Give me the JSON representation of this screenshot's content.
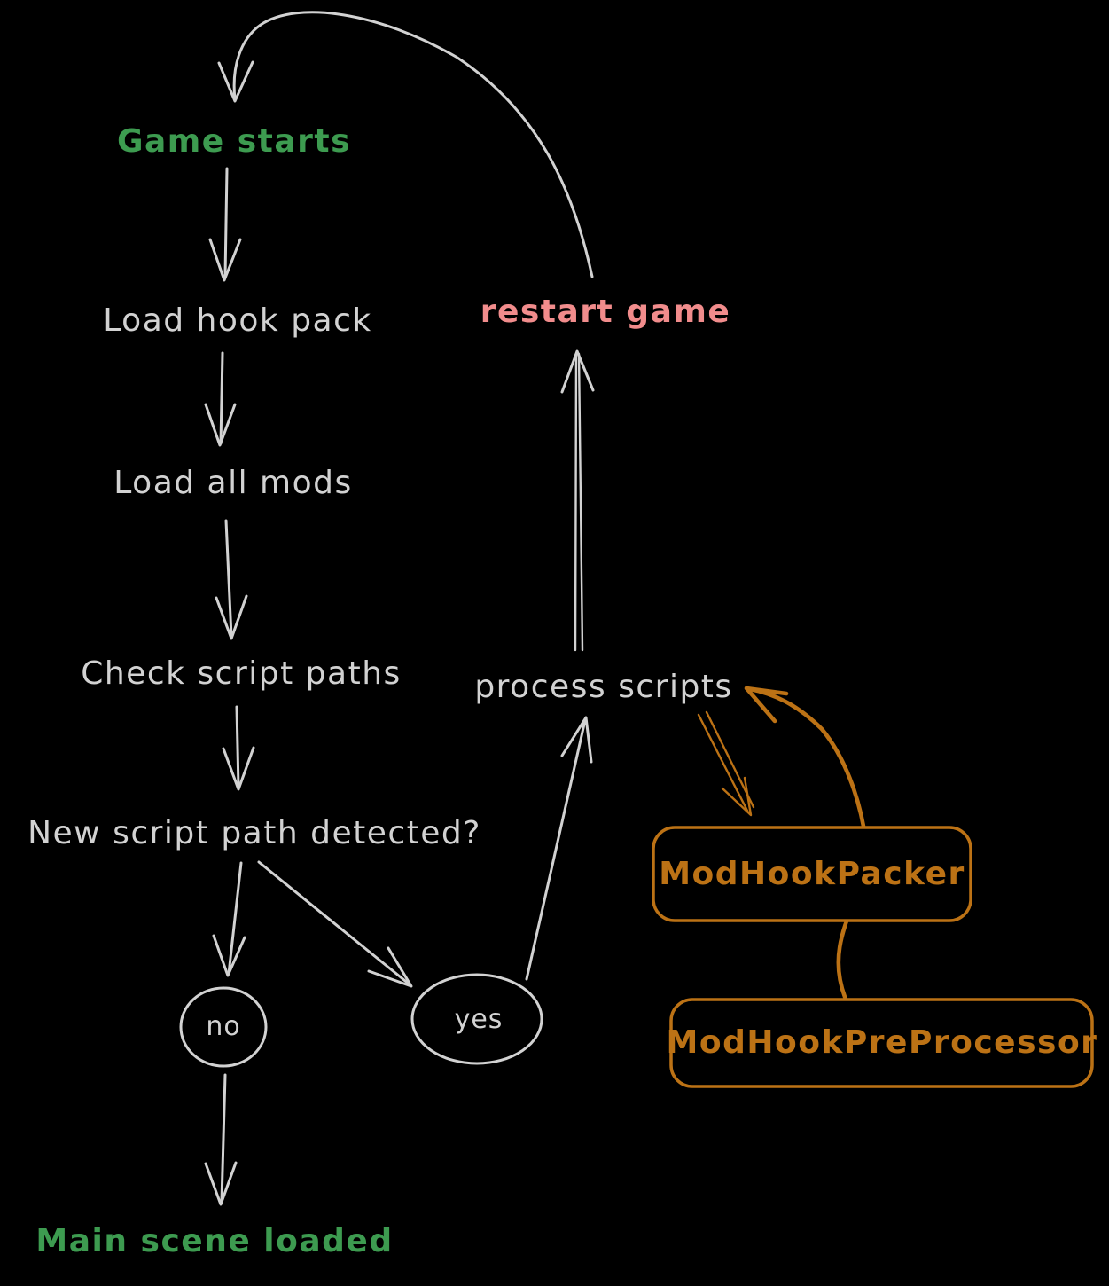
{
  "nodes": {
    "game_starts": {
      "label": "Game starts",
      "color": "#3d9b50"
    },
    "load_hook_pack": {
      "label": "Load hook pack",
      "color": "#d2d2d2"
    },
    "load_all_mods": {
      "label": "Load all mods",
      "color": "#d2d2d2"
    },
    "check_script_paths": {
      "label": "Check script paths",
      "color": "#d2d2d2"
    },
    "new_script_path": {
      "label": "New script path detected?",
      "color": "#d2d2d2"
    },
    "no": {
      "label": "no",
      "color": "#d2d2d2"
    },
    "yes": {
      "label": "yes",
      "color": "#d2d2d2"
    },
    "process_scripts": {
      "label": "process scripts",
      "color": "#d2d2d2"
    },
    "restart_game": {
      "label": "restart game",
      "color": "#f18c8c"
    },
    "main_scene_loaded": {
      "label": "Main scene loaded",
      "color": "#3d9b50"
    },
    "mod_hook_packer": {
      "label": "ModHookPacker",
      "color": "#bc7215"
    },
    "mod_hook_pre_processor": {
      "label": "ModHookPreProcessor",
      "color": "#bc7215"
    }
  },
  "edges": [
    {
      "from": "Game starts",
      "to": "Load hook pack",
      "color": "gray"
    },
    {
      "from": "Load hook pack",
      "to": "Load all mods",
      "color": "gray"
    },
    {
      "from": "Load all mods",
      "to": "Check script paths",
      "color": "gray"
    },
    {
      "from": "Check script paths",
      "to": "New script path detected?",
      "color": "gray"
    },
    {
      "from": "New script path detected?",
      "to": "no",
      "color": "gray"
    },
    {
      "from": "New script path detected?",
      "to": "yes",
      "color": "gray"
    },
    {
      "from": "yes",
      "to": "process scripts",
      "color": "gray"
    },
    {
      "from": "process scripts",
      "to": "restart game",
      "color": "gray"
    },
    {
      "from": "restart game",
      "to": "Game starts",
      "color": "gray"
    },
    {
      "from": "no",
      "to": "Main scene loaded",
      "color": "gray"
    },
    {
      "from": "process scripts",
      "to": "ModHookPacker",
      "color": "orange"
    },
    {
      "from": "ModHookPreProcessor",
      "to": "process scripts",
      "color": "orange"
    }
  ],
  "colors": {
    "background": "#000000",
    "arrow_gray": "#d2d2d2",
    "text_gray": "#d2d2d2",
    "accent_green": "#3d9b50",
    "accent_pink": "#f18c8c",
    "accent_orange": "#bc7215"
  }
}
